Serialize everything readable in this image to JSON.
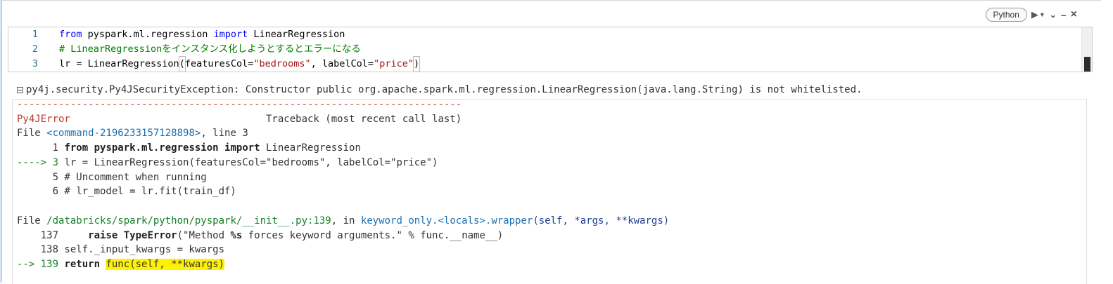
{
  "toolbar": {
    "language": "Python",
    "icons": [
      "run-icon",
      "run-menu-caret-icon",
      "chevron-down-icon",
      "minimize-icon",
      "close-icon"
    ]
  },
  "editor": {
    "lines": [
      {
        "num": "1"
      },
      {
        "num": "2"
      },
      {
        "num": "3"
      }
    ],
    "line1": {
      "kw_from": "from",
      "module": " pyspark.ml.regression ",
      "kw_import": "import",
      "name": " LinearRegression"
    },
    "line2": {
      "comment": "# LinearRegressionをインスタンス化しようとするとエラーになる"
    },
    "line3": {
      "prefix": "lr = LinearRegression",
      "open_paren": "(",
      "arg1_key": "featuresCol=",
      "arg1_val": "\"bedrooms\"",
      "sep": ", labelCol=",
      "arg2_val": "\"price\"",
      "close_paren": ")"
    }
  },
  "output": {
    "exception": "py4j.security.Py4JSecurityException: Constructor public org.apache.spark.ml.regression.LinearRegression(java.lang.String) is not whitelisted.",
    "rule": "---------------------------------------------------------------------------",
    "error_name": "Py4JError",
    "traceback_label": "                                 Traceback (most recent call last)",
    "file1": {
      "prefix": "File ",
      "link": "<command-2196233157128898>",
      "suffix": ", line 3"
    },
    "l1": {
      "num": "      1 ",
      "kw_from": "from",
      "module": " pyspark.ml.regression ",
      "kw_import": "import",
      "rest": " LinearRegression"
    },
    "l3": {
      "arrow": "----> 3 ",
      "code": "lr = LinearRegression(featuresCol=\"bedrooms\", labelCol=\"price\")"
    },
    "l5": {
      "text": "      5 # Uncomment when running"
    },
    "l6": {
      "text": "      6 # lr_model = lr.fit(train_df)"
    },
    "file2": {
      "prefix": "File ",
      "path": "/databricks/spark/python/pyspark/__init__.py:139",
      "mid": ", in ",
      "func": "keyword_only.<locals>.wrapper",
      "args": "(self, *args, **kwargs)"
    },
    "l137": {
      "num": "    137     ",
      "kw_raise": "raise",
      "sp": " ",
      "exc": "TypeError",
      "pre": "(\"Method ",
      "fmt": "%s",
      "post": " forces keyword arguments.\" % func.__name__)"
    },
    "l138": {
      "text": "    138 self._input_kwargs = kwargs"
    },
    "l139": {
      "arrow": "--> 139 ",
      "kw_return": "return",
      "sp": " ",
      "highlight": "func(self, **kwargs)"
    }
  }
}
